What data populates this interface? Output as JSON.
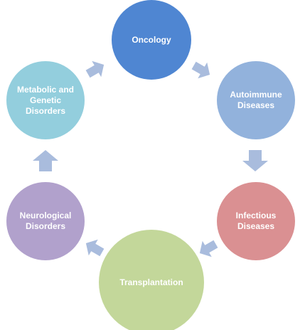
{
  "nodes": [
    {
      "label": "Oncology",
      "color": "#4f86d2"
    },
    {
      "label": "Autoimmune Diseases",
      "color": "#92b2dc"
    },
    {
      "label": "Infectious Diseases",
      "color": "#da9092"
    },
    {
      "label": "Transplantation",
      "color": "#c3d79a"
    },
    {
      "label": "Neurological Disorders",
      "color": "#b1a1cc"
    },
    {
      "label": "Metabolic and Genetic Disorders",
      "color": "#93cedd"
    }
  ],
  "arrow_color": "#a9bcdd"
}
